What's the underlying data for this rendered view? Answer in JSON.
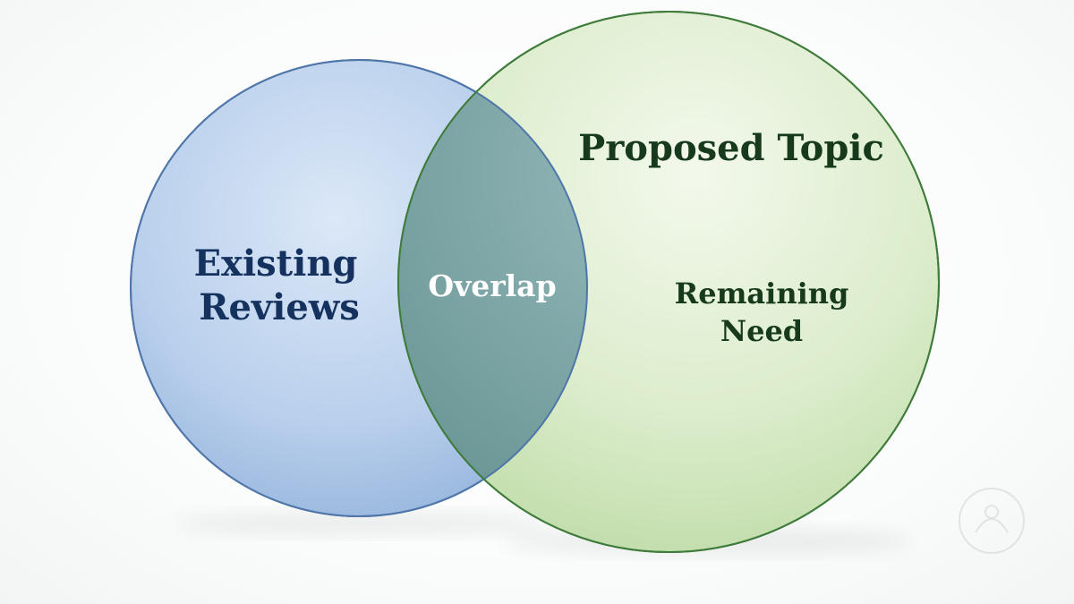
{
  "diagram": {
    "type": "venn",
    "sets": [
      {
        "id": "existing",
        "label_lines": [
          "Existing",
          "Reviews"
        ],
        "fill_color": "#a9c4e6",
        "stroke_color": "#4f76a8",
        "text_color": "#15325e"
      },
      {
        "id": "proposed",
        "title": "Proposed Topic",
        "region_label_lines": [
          "Remaining",
          "Need"
        ],
        "fill_color": "#cfe6bd",
        "stroke_color": "#3f7b3a",
        "text_color": "#163a1b"
      }
    ],
    "intersection": {
      "label": "Overlap",
      "fill_color": "#6f9a9c",
      "text_color": "#ffffff"
    }
  }
}
